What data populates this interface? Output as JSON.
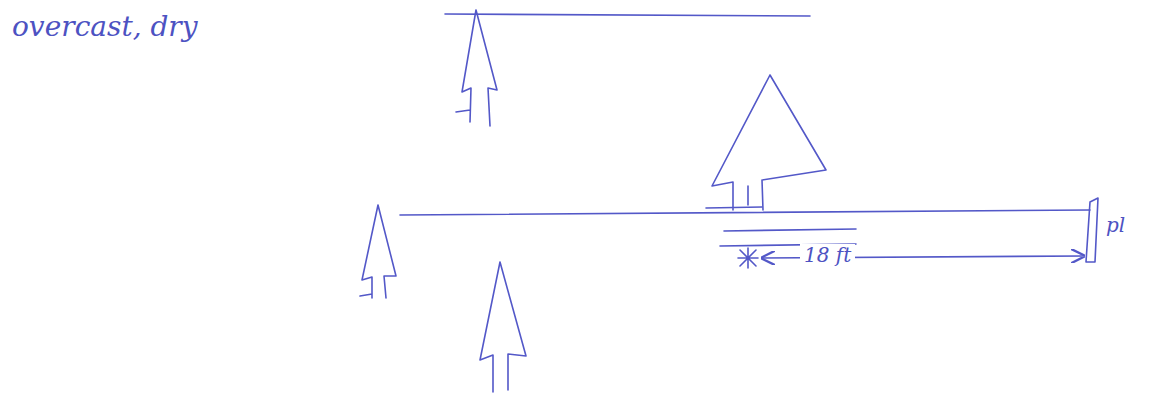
{
  "diagram": {
    "labels": [
      "overcast, dry",
      "18 ft",
      "pl"
    ]
  }
}
